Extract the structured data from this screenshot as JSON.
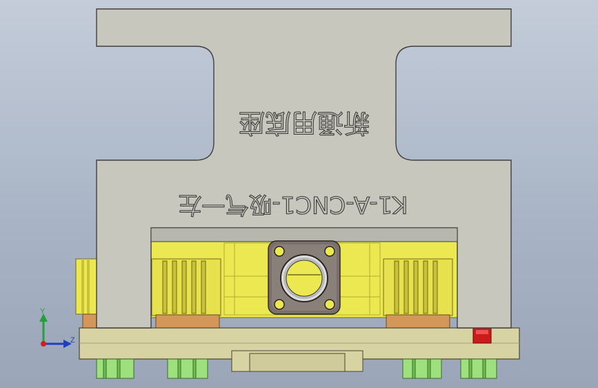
{
  "viewport": {
    "engraving_line_1": "新通用底座",
    "engraving_line_2": "K1-A-CNC1-吸气一左"
  },
  "triad": {
    "y_label": "Y",
    "z_label": "Z"
  },
  "colors": {
    "plate": "#c8c7bd",
    "plate_edge": "#3f3f3f",
    "yellow": "#ece852",
    "yellow_dark": "#c9c236",
    "orange": "#d3975a",
    "base": "#d8d3a2",
    "green": "#9ee07e",
    "red": "#cc1b1b",
    "axis_y": "#22a03a",
    "axis_z": "#1f3fc0",
    "axis_x": "#d02020"
  }
}
